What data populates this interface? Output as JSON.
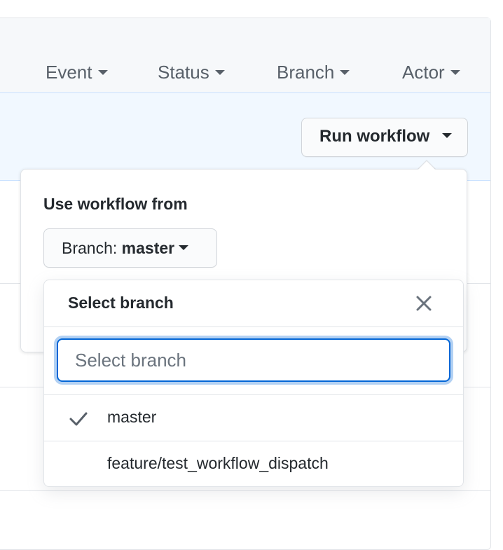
{
  "filters": [
    "Event",
    "Status",
    "Branch",
    "Actor"
  ],
  "run_workflow": {
    "label": "Run workflow"
  },
  "popover": {
    "title": "Use workflow from",
    "branch_button": {
      "prefix": "Branch:",
      "value": "master"
    }
  },
  "branch_menu": {
    "title": "Select branch",
    "search_placeholder": "Select branch",
    "search_value": "",
    "items": [
      {
        "label": "master",
        "selected": true
      },
      {
        "label": "feature/test_workflow_dispatch",
        "selected": false
      }
    ]
  },
  "colors": {
    "accent": "#0366d6",
    "check": "#586069",
    "band": "#f1f8ff"
  },
  "icons": {
    "close": "x-icon",
    "check": "check-icon",
    "dropdown": "triangle-down-icon"
  }
}
